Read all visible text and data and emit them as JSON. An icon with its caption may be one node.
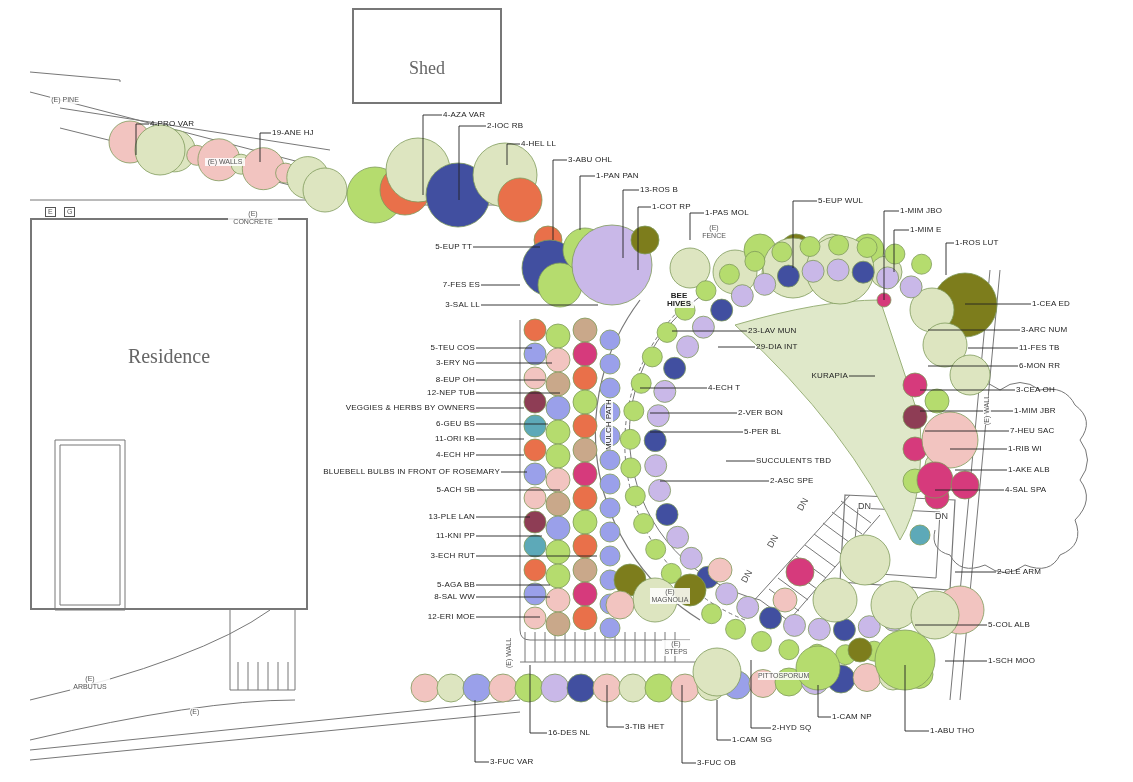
{
  "diagram": {
    "nodes": [
      {
        "text": [
          "Shed"
        ]
      },
      {
        "text": [
          "Residence"
        ]
      },
      {
        "text": [
          "4-PRO VAR"
        ]
      },
      {
        "text": [
          "19-ANE HJ"
        ]
      },
      {
        "text": [
          "4-AZA VAR"
        ]
      },
      {
        "text": [
          "2-IOC RB"
        ]
      },
      {
        "text": [
          "4-HEL LL"
        ]
      },
      {
        "text": [
          "3-ABU OHL"
        ]
      },
      {
        "text": [
          "1-PAN PAN"
        ]
      },
      {
        "text": [
          "13-ROS B"
        ]
      },
      {
        "text": [
          "1-COT RP"
        ]
      },
      {
        "text": [
          "1-PAS MOL"
        ]
      },
      {
        "text": [
          "5-EUP TT"
        ]
      },
      {
        "text": [
          "5-EUP WUL"
        ]
      },
      {
        "text": [
          "1-MIM JBO"
        ]
      },
      {
        "text": [
          "1-MIM E"
        ]
      },
      {
        "text": [
          "1-ROS LUT"
        ]
      },
      {
        "text": [
          "7-FES ES"
        ]
      },
      {
        "text": [
          "3-SAL LL"
        ]
      },
      {
        "text": [
          "1-CEA ED"
        ]
      },
      {
        "text": [
          "3-ARC NUM"
        ]
      },
      {
        "text": [
          "23-LAV MUN"
        ]
      },
      {
        "text": [
          "29-DIA INT"
        ]
      },
      {
        "text": [
          "11-FES TB"
        ]
      },
      {
        "text": [
          "5-TEU COS"
        ]
      },
      {
        "text": [
          "6-MON RR"
        ]
      },
      {
        "text": [
          "3-ERY NG"
        ]
      },
      {
        "text": [
          "KURAPIA"
        ]
      },
      {
        "text": [
          "3-CEA OH"
        ]
      },
      {
        "text": [
          "8-EUP OH"
        ]
      },
      {
        "text": [
          "12-NEP TUB"
        ]
      },
      {
        "text": [
          "VEGGIES & HERBS BY OWNERS"
        ]
      },
      {
        "text": [
          "1-MIM JBR"
        ]
      },
      {
        "text": [
          "4-ECH T"
        ]
      },
      {
        "text": [
          "2-VER BON"
        ]
      },
      {
        "text": [
          "6-GEU BS"
        ]
      },
      {
        "text": [
          "7-HEU SAC"
        ]
      },
      {
        "text": [
          "11-ORI KB"
        ]
      },
      {
        "text": [
          "5-PER BL"
        ]
      },
      {
        "text": [
          "SUCCULENTS TBD"
        ]
      },
      {
        "text": [
          "1-RIB WI"
        ]
      },
      {
        "text": [
          "4-ECH HP"
        ]
      },
      {
        "text": [
          "BLUEBELL BULBS IN FRONT OF ROSEMARY"
        ]
      },
      {
        "text": [
          "1-AKE ALB"
        ]
      },
      {
        "text": [
          "2-ASC SPE"
        ]
      },
      {
        "text": [
          "5-ACH SB"
        ]
      },
      {
        "text": [
          "4-SAL SPA"
        ]
      },
      {
        "text": [
          "13-PLE LAN"
        ]
      },
      {
        "text": [
          "11-KNI PP"
        ]
      },
      {
        "text": [
          "3-ECH RUT"
        ]
      },
      {
        "text": [
          "2-CLE ARM"
        ]
      },
      {
        "text": [
          "5-AGA BB"
        ]
      },
      {
        "text": [
          "8-SAL WW"
        ]
      },
      {
        "text": [
          "12-ERI MOE"
        ]
      },
      {
        "text": [
          "5-COL ALB"
        ]
      },
      {
        "text": [
          "1-SCH MOO"
        ]
      },
      {
        "text": [
          "16-DES NL"
        ]
      },
      {
        "text": [
          "3-TIB HET"
        ]
      },
      {
        "text": [
          "1-CAM SG"
        ]
      },
      {
        "text": [
          "2-HYD SQ"
        ]
      },
      {
        "text": [
          "1-CAM NP"
        ]
      },
      {
        "text": [
          "1-ABU THO"
        ]
      },
      {
        "text": [
          "3-FUC VAR"
        ]
      },
      {
        "text": [
          "3-FUC OB"
        ]
      }
    ],
    "edges": [
      {
        "from": 2,
        "to": null,
        "arrow": "none"
      },
      {
        "from": 3,
        "to": null,
        "arrow": "none"
      },
      {
        "from": 4,
        "to": null,
        "arrow": "none"
      },
      {
        "from": 5,
        "to": null,
        "arrow": "none"
      },
      {
        "from": 6,
        "to": null,
        "arrow": "none"
      },
      {
        "from": 7,
        "to": null,
        "arrow": "none"
      },
      {
        "from": 8,
        "to": null,
        "arrow": "none"
      },
      {
        "from": 9,
        "to": null,
        "arrow": "none"
      },
      {
        "from": 10,
        "to": null,
        "arrow": "none"
      },
      {
        "from": 11,
        "to": null,
        "arrow": "none"
      },
      {
        "from": 12,
        "to": null,
        "arrow": "none"
      },
      {
        "from": 13,
        "to": null,
        "arrow": "none"
      },
      {
        "from": 14,
        "to": null,
        "arrow": "none"
      },
      {
        "from": 15,
        "to": null,
        "arrow": "none"
      },
      {
        "from": 16,
        "to": null,
        "arrow": "none"
      },
      {
        "from": 17,
        "to": null,
        "arrow": "none"
      },
      {
        "from": 18,
        "to": null,
        "arrow": "none"
      },
      {
        "from": 19,
        "to": null,
        "arrow": "none"
      },
      {
        "from": 20,
        "to": null,
        "arrow": "none"
      },
      {
        "from": 21,
        "to": null,
        "arrow": "none"
      },
      {
        "from": 22,
        "to": null,
        "arrow": "none"
      },
      {
        "from": 23,
        "to": null,
        "arrow": "none"
      },
      {
        "from": 24,
        "to": null,
        "arrow": "none"
      },
      {
        "from": 25,
        "to": null,
        "arrow": "none"
      },
      {
        "from": 26,
        "to": null,
        "arrow": "none"
      },
      {
        "from": 27,
        "to": null,
        "arrow": "none"
      },
      {
        "from": 28,
        "to": null,
        "arrow": "none"
      },
      {
        "from": 29,
        "to": null,
        "arrow": "none"
      },
      {
        "from": 30,
        "to": null,
        "arrow": "none"
      },
      {
        "from": 31,
        "to": null,
        "arrow": "none"
      },
      {
        "from": 32,
        "to": null,
        "arrow": "none"
      },
      {
        "from": 33,
        "to": null,
        "arrow": "none"
      },
      {
        "from": 34,
        "to": null,
        "arrow": "none"
      },
      {
        "from": 35,
        "to": null,
        "arrow": "none"
      },
      {
        "from": 36,
        "to": null,
        "arrow": "none"
      },
      {
        "from": 37,
        "to": null,
        "arrow": "none"
      },
      {
        "from": 38,
        "to": null,
        "arrow": "none"
      },
      {
        "from": 39,
        "to": null,
        "arrow": "none"
      },
      {
        "from": 40,
        "to": null,
        "arrow": "none"
      },
      {
        "from": 41,
        "to": null,
        "arrow": "none"
      },
      {
        "from": 42,
        "to": null,
        "arrow": "none"
      },
      {
        "from": 43,
        "to": null,
        "arrow": "none"
      },
      {
        "from": 44,
        "to": null,
        "arrow": "none"
      },
      {
        "from": 45,
        "to": null,
        "arrow": "none"
      },
      {
        "from": 46,
        "to": null,
        "arrow": "none"
      },
      {
        "from": 47,
        "to": null,
        "arrow": "none"
      },
      {
        "from": 48,
        "to": null,
        "arrow": "none"
      },
      {
        "from": 49,
        "to": null,
        "arrow": "none"
      },
      {
        "from": 50,
        "to": null,
        "arrow": "none"
      },
      {
        "from": 51,
        "to": null,
        "arrow": "none"
      },
      {
        "from": 52,
        "to": null,
        "arrow": "none"
      },
      {
        "from": 53,
        "to": null,
        "arrow": "none"
      },
      {
        "from": 54,
        "to": null,
        "arrow": "none"
      },
      {
        "from": 55,
        "to": null,
        "arrow": "none"
      },
      {
        "from": 56,
        "to": null,
        "arrow": "none"
      },
      {
        "from": 57,
        "to": null,
        "arrow": "none"
      },
      {
        "from": 58,
        "to": null,
        "arrow": "none"
      },
      {
        "from": 59,
        "to": null,
        "arrow": "none"
      },
      {
        "from": 60,
        "to": null,
        "arrow": "none"
      },
      {
        "from": 61,
        "to": null,
        "arrow": "none"
      },
      {
        "from": 62,
        "to": null,
        "arrow": "none"
      },
      {
        "from": 63,
        "to": null,
        "arrow": "none"
      }
    ],
    "labels": [
      "(E) PINE",
      "(E) WALLS",
      "E",
      "G",
      "(E) CONCRETE",
      "(E) FENCE",
      "BEE HIVES",
      "MULCH PATH",
      "(E) WALL",
      "(E) WALL",
      "DN",
      "DN",
      "DN",
      "DN",
      "DN",
      "(E) MAGNOLIA",
      "(E) STEPS",
      "PITTOSPORUM",
      "(E) ARBUTUS",
      "(E)"
    ]
  }
}
